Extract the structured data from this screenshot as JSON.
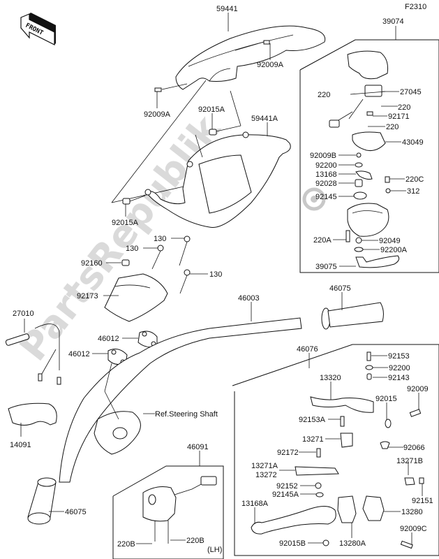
{
  "diagram": {
    "code": "F2310",
    "front_indicator": "FRONT",
    "watermark": "PartsRepublik",
    "reference_note": "Ref.Steering Shaft",
    "side_note": "(LH)",
    "labels": {
      "l59441": "59441",
      "l92009A_top": "92009A",
      "l92009A_left": "92009A",
      "l92015A_top": "92015A",
      "l59441A": "59441A",
      "l92015A_left": "92015A",
      "l39074": "39074",
      "l220_a": "220",
      "l27045": "27045",
      "l220_b": "220",
      "l92171": "92171",
      "l220_c": "220",
      "l43049": "43049",
      "l92009B": "92009B",
      "l92200": "92200",
      "l13168": "13168",
      "l92028": "92028",
      "l220C": "220C",
      "l312": "312",
      "l92145": "92145",
      "l220A": "220A",
      "l92049": "92049",
      "l92200A": "92200A",
      "l39075": "39075",
      "l130_a": "130",
      "l130_b": "130",
      "l130_c": "130",
      "l92160": "92160",
      "l92173": "92173",
      "l46012_a": "46012",
      "l46012_b": "46012",
      "l27010": "27010",
      "l46003": "46003",
      "l46075_right": "46075",
      "l46076": "46076",
      "l92153": "92153",
      "l92200_b": "92200",
      "l92143": "92143",
      "l13320": "13320",
      "l92009": "92009",
      "l92015": "92015",
      "l92153A": "92153A",
      "l13271": "13271",
      "l92066": "92066",
      "l92172": "92172",
      "l13271A": "13271A",
      "l13272": "13272",
      "l13271B": "13271B",
      "l92152": "92152",
      "l92145A": "92145A",
      "l92151": "92151",
      "l13168A": "13168A",
      "l13280": "13280",
      "l92009C": "92009C",
      "l92015B": "92015B",
      "l13280A": "13280A",
      "l14091": "14091",
      "l46091": "46091",
      "l46075_left": "46075",
      "l220B_a": "220B",
      "l220B_b": "220B"
    }
  }
}
